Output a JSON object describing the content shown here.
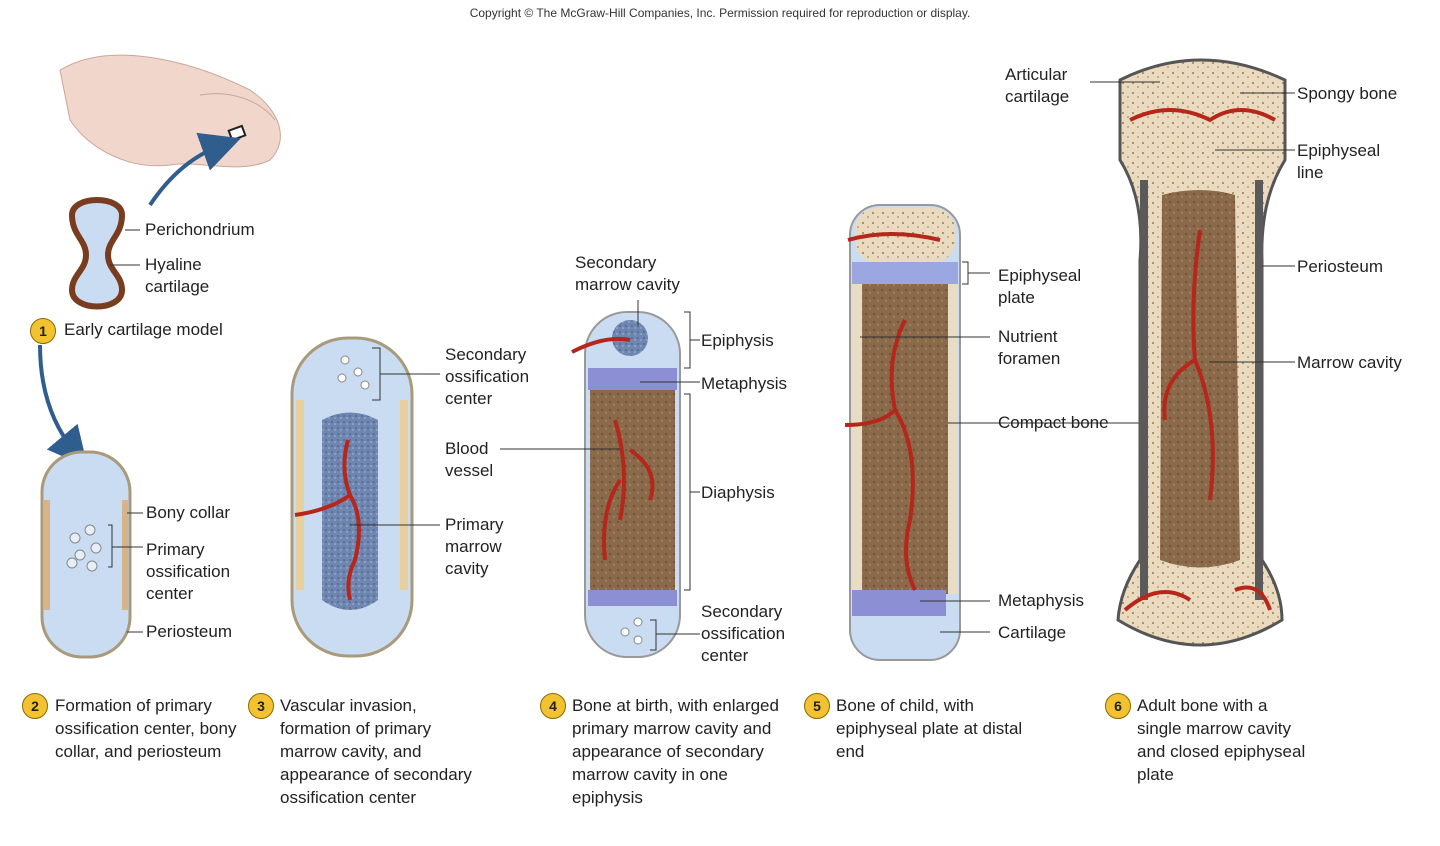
{
  "copyright": "Copyright © The McGraw-Hill Companies, Inc. Permission required for reproduction or display.",
  "stages": [
    {
      "number": "1",
      "caption": "Early cartilage model"
    },
    {
      "number": "2",
      "caption": "Formation of primary ossification center, bony collar, and periosteum"
    },
    {
      "number": "3",
      "caption": "Vascular invasion, formation of primary marrow cavity, and appearance of secondary ossification center"
    },
    {
      "number": "4",
      "caption": "Bone at birth, with enlarged primary marrow cavity and appearance of secondary marrow cavity in one epiphysis"
    },
    {
      "number": "5",
      "caption": "Bone of child, with epiphyseal plate at distal end"
    },
    {
      "number": "6",
      "caption": "Adult bone with a single marrow cavity and closed epiphyseal plate"
    }
  ],
  "labels": {
    "perichondrium": "Perichondrium",
    "hyaline": "Hyaline cartilage",
    "bony_collar": "Bony collar",
    "primary_center": "Primary ossification center",
    "periosteum_2": "Periosteum",
    "secondary_center_3": "Secondary ossification center",
    "blood_vessel": "Blood vessel",
    "primary_cavity": "Primary marrow cavity",
    "secondary_cavity": "Secondary marrow cavity",
    "epiphysis": "Epiphysis",
    "metaphysis_4": "Metaphysis",
    "diaphysis": "Diaphysis",
    "secondary_center_4": "Secondary ossification center",
    "epiphyseal_plate": "Epiphyseal plate",
    "nutrient_foramen": "Nutrient foramen",
    "compact_bone": "Compact bone",
    "metaphysis_5": "Metaphysis",
    "cartilage": "Cartilage",
    "articular": "Articular cartilage",
    "spongy": "Spongy bone",
    "epiphyseal_line": "Epiphyseal line",
    "periosteum_6": "Periosteum",
    "marrow_cavity": "Marrow cavity"
  }
}
